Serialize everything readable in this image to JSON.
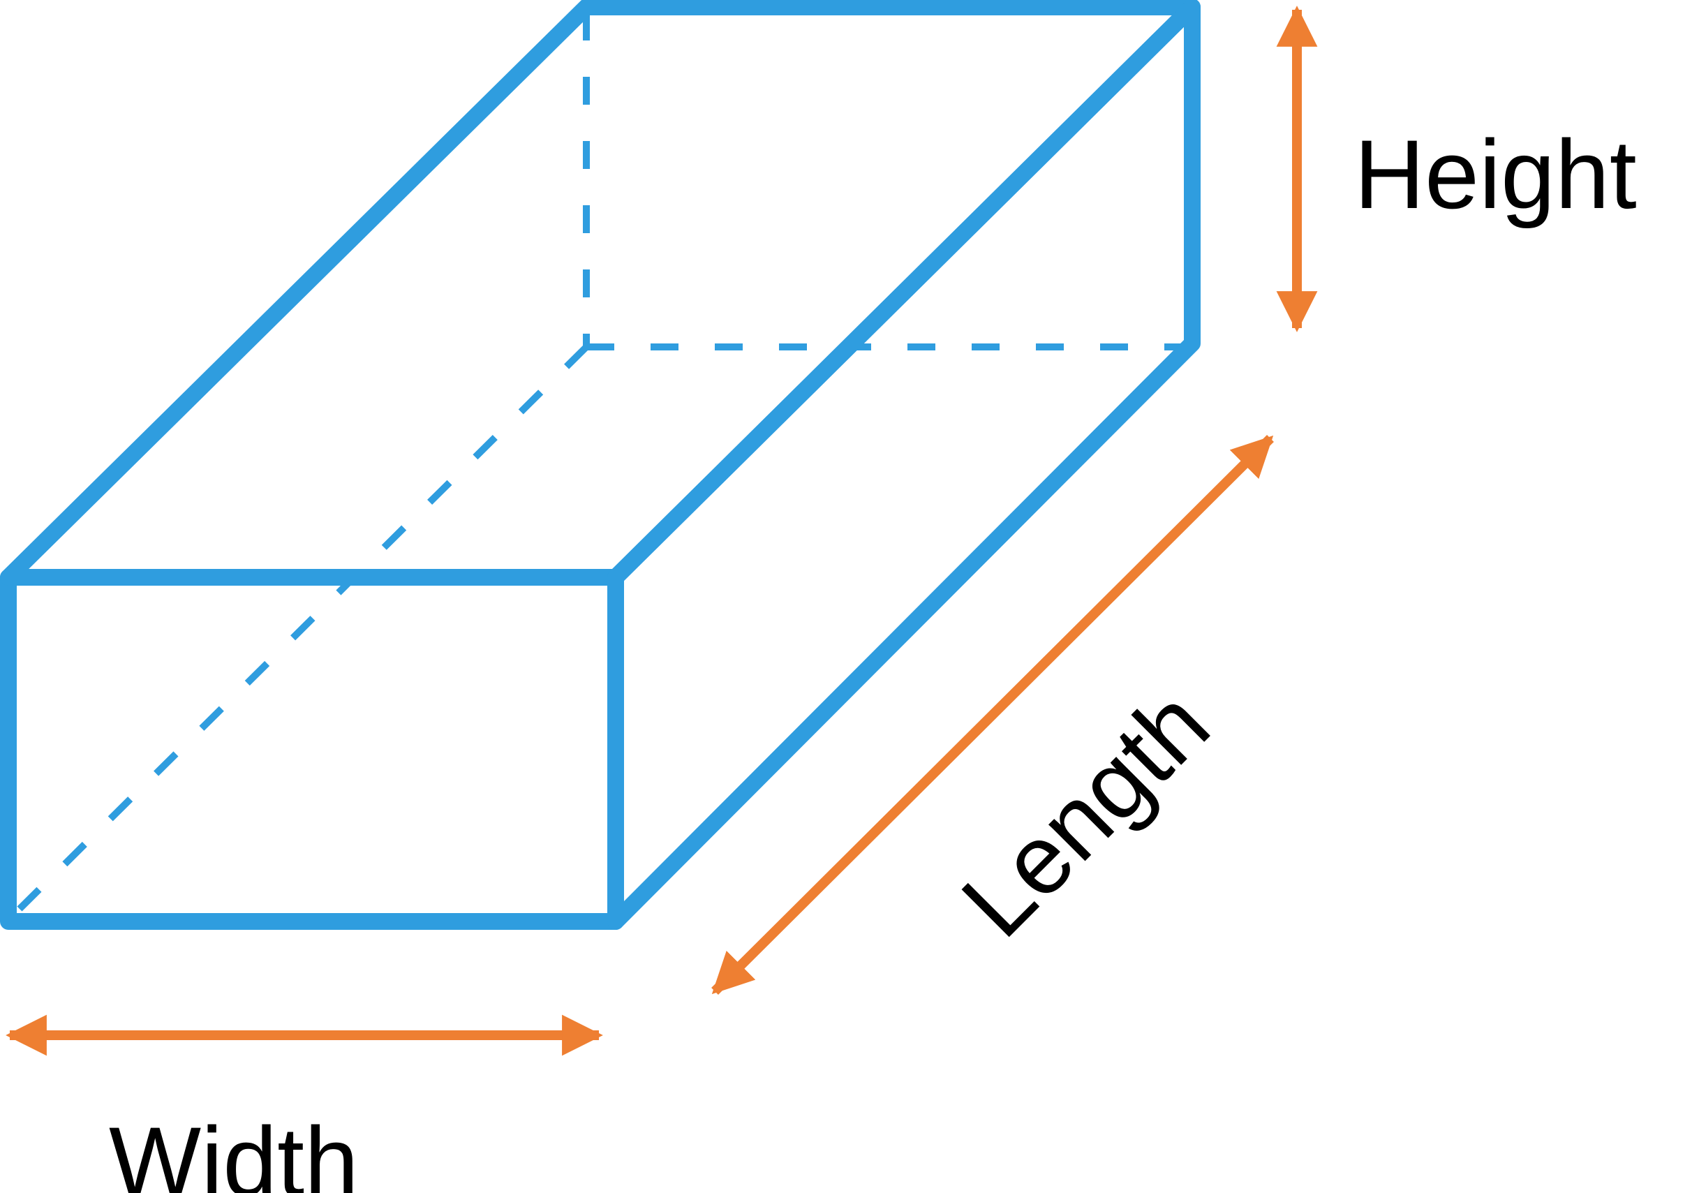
{
  "diagram": {
    "shape": "rectangular prism",
    "colors": {
      "edge": "#2f9ddf",
      "dimension_arrow": "#ee7f32",
      "label": "#000000",
      "background": "#ffffff"
    },
    "labels": {
      "height": "Height",
      "width": "Width",
      "length": "Length"
    }
  }
}
